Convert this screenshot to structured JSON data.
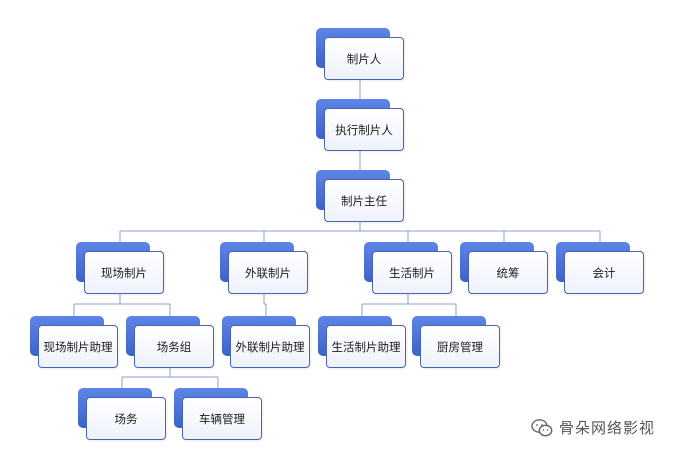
{
  "diagram": {
    "nodes": [
      {
        "id": "producer",
        "label": "制片人"
      },
      {
        "id": "exec-producer",
        "label": "执行制片人"
      },
      {
        "id": "production-director",
        "label": "制片主任"
      },
      {
        "id": "onsite-production",
        "label": "现场制片"
      },
      {
        "id": "external-production",
        "label": "外联制片"
      },
      {
        "id": "life-production",
        "label": "生活制片"
      },
      {
        "id": "coordination",
        "label": "统筹"
      },
      {
        "id": "accounting",
        "label": "会计"
      },
      {
        "id": "onsite-assistant",
        "label": "现场制片助理"
      },
      {
        "id": "venue-group",
        "label": "场务组"
      },
      {
        "id": "external-assistant",
        "label": "外联制片助理"
      },
      {
        "id": "life-assistant",
        "label": "生活制片助理"
      },
      {
        "id": "kitchen-management",
        "label": "厨房管理"
      },
      {
        "id": "venue-affairs",
        "label": "场务"
      },
      {
        "id": "vehicle-management",
        "label": "车辆管理"
      }
    ],
    "edges": [
      [
        "producer",
        "exec-producer"
      ],
      [
        "exec-producer",
        "production-director"
      ],
      [
        "production-director",
        "onsite-production"
      ],
      [
        "production-director",
        "external-production"
      ],
      [
        "production-director",
        "life-production"
      ],
      [
        "production-director",
        "coordination"
      ],
      [
        "production-director",
        "accounting"
      ],
      [
        "onsite-production",
        "onsite-assistant"
      ],
      [
        "onsite-production",
        "venue-group"
      ],
      [
        "external-production",
        "external-assistant"
      ],
      [
        "life-production",
        "life-assistant"
      ],
      [
        "life-production",
        "kitchen-management"
      ],
      [
        "venue-group",
        "venue-affairs"
      ],
      [
        "venue-group",
        "vehicle-management"
      ]
    ]
  },
  "colors": {
    "tab": "#4a72d6",
    "box_border": "#4a63b4",
    "connector": "#8aa0c8"
  },
  "watermark": {
    "icon": "wechat-icon",
    "text": "骨朵网络影视"
  }
}
